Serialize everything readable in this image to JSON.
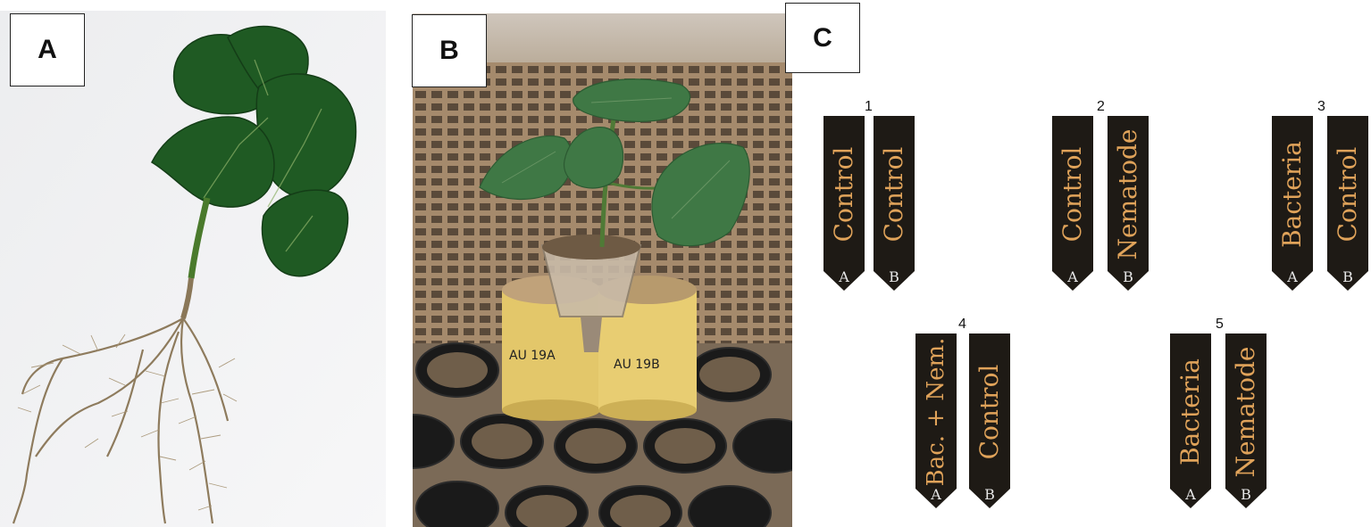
{
  "panels": {
    "a": {
      "label": "A"
    },
    "b": {
      "label": "B",
      "pot_labels": [
        "AU 19A",
        "AU 19B"
      ]
    },
    "c": {
      "label": "C"
    }
  },
  "tag_groups": [
    {
      "number": "1",
      "tags": [
        {
          "text": "Control",
          "letter": "A"
        },
        {
          "text": "Control",
          "letter": "B"
        }
      ]
    },
    {
      "number": "2",
      "tags": [
        {
          "text": "Control",
          "letter": "A"
        },
        {
          "text": "Nematode",
          "letter": "B"
        }
      ]
    },
    {
      "number": "3",
      "tags": [
        {
          "text": "Bacteria",
          "letter": "A"
        },
        {
          "text": "Control",
          "letter": "B"
        }
      ]
    },
    {
      "number": "4",
      "tags": [
        {
          "text": "Bac. + Nem.",
          "letter": "A"
        },
        {
          "text": "Control",
          "letter": "B"
        }
      ]
    },
    {
      "number": "5",
      "tags": [
        {
          "text": "Bacteria",
          "letter": "A"
        },
        {
          "text": "Nematode",
          "letter": "B"
        }
      ]
    }
  ],
  "colors": {
    "tag_fill": "#1e1a15",
    "tag_text": "#e0a35a",
    "tag_letter": "#e6e6e6"
  }
}
